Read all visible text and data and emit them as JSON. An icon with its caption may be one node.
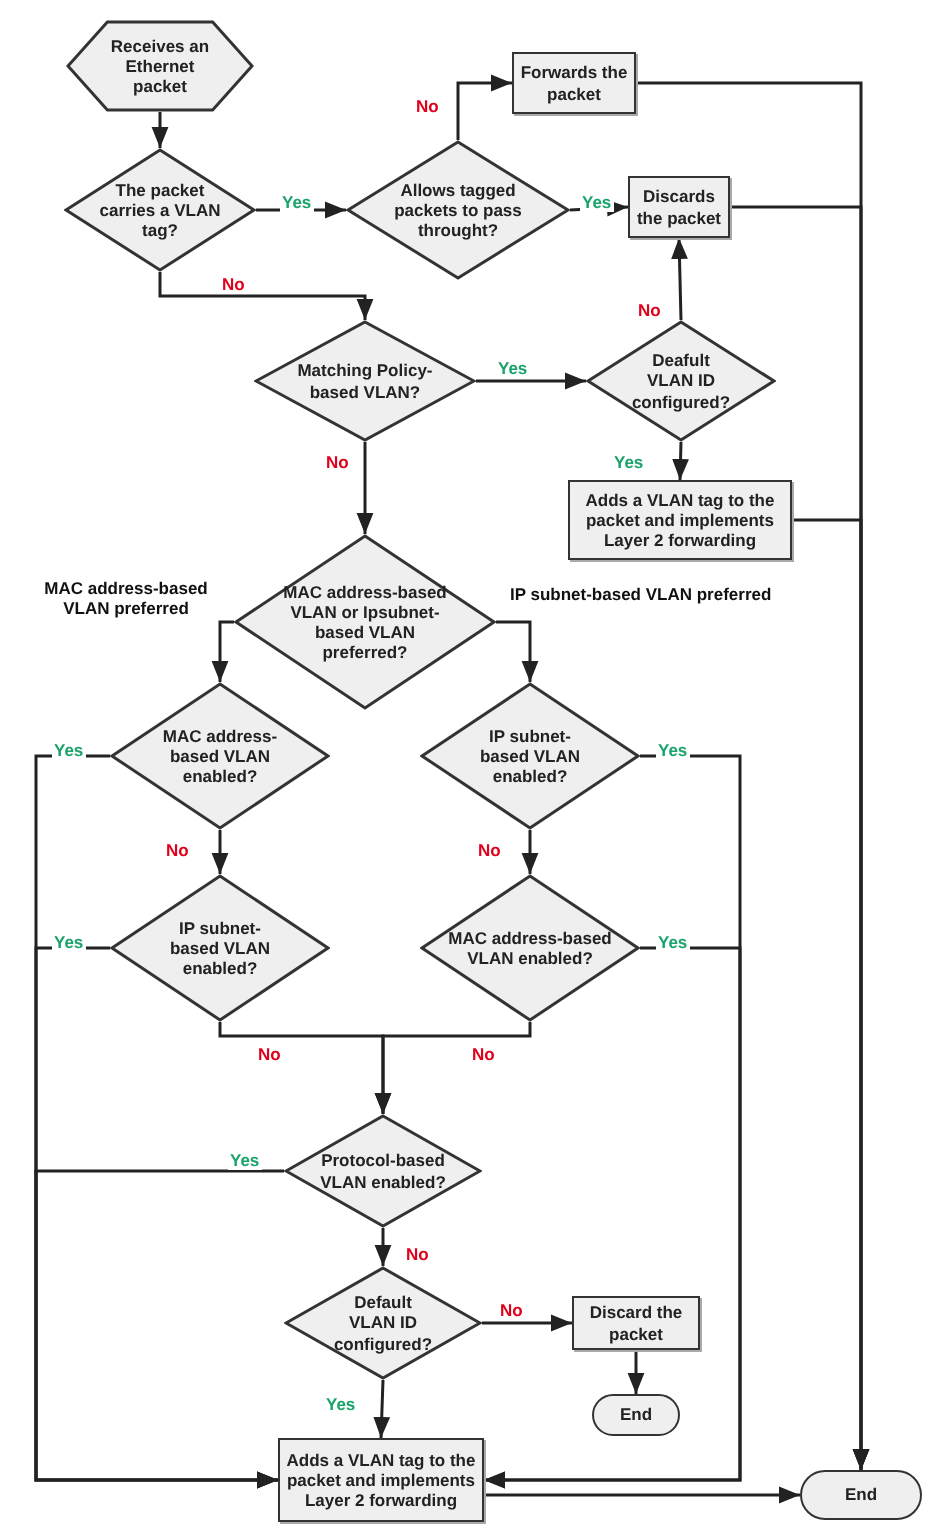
{
  "diagram": {
    "nodes": [
      {
        "text": [
          "Receives an Ethernet packet"
        ]
      },
      {
        "text": [
          "The packet carries a VLAN tag?"
        ]
      },
      {
        "text": [
          "Allows tagged packets to pass throught?"
        ]
      },
      {
        "text": [
          "Forwards the packet"
        ]
      },
      {
        "text": [
          "Discards the packet"
        ]
      },
      {
        "text": [
          "Matching Policy-based VLAN?"
        ]
      },
      {
        "text": [
          "Deafult VLAN ID configured?"
        ]
      },
      {
        "text": [
          "Adds a VLAN tag to the packet and implements Layer 2 forwarding"
        ]
      },
      {
        "text": [
          "MAC address-based VLAN or Ipsubnet-based VLAN preferred?"
        ]
      },
      {
        "text": [
          "MAC address-based VLAN enabled?"
        ]
      },
      {
        "text": [
          "IP subnet-based VLAN enabled?"
        ]
      },
      {
        "text": [
          "IP subnet-based VLAN enabled?"
        ]
      },
      {
        "text": [
          "MAC address-based VLAN enabled?"
        ]
      },
      {
        "text": [
          "Protocol-based VLAN enabled?"
        ]
      },
      {
        "text": [
          "Default VLAN ID configured?"
        ]
      },
      {
        "text": [
          "Discard the packet"
        ]
      },
      {
        "text": [
          "End"
        ]
      },
      {
        "text": [
          "Adds a VLAN tag to the packet and implements Layer 2 forwarding"
        ]
      },
      {
        "text": [
          "End"
        ]
      }
    ],
    "edges": [
      {
        "from": 0,
        "to": 1,
        "arrow": "to"
      },
      {
        "from": 1,
        "to": 2,
        "arrow": "to",
        "label": "Yes"
      },
      {
        "from": 2,
        "to": 3,
        "arrow": "to",
        "label": "No"
      },
      {
        "from": 2,
        "to": 4,
        "arrow": "to",
        "label": "Yes"
      },
      {
        "from": 1,
        "to": 5,
        "arrow": "to",
        "label": "No"
      },
      {
        "from": 5,
        "to": 6,
        "arrow": "to",
        "label": "Yes"
      },
      {
        "from": 6,
        "to": 4,
        "arrow": "to",
        "label": "No"
      },
      {
        "from": 6,
        "to": 7,
        "arrow": "to",
        "label": "Yes"
      },
      {
        "from": 5,
        "to": 8,
        "arrow": "to",
        "label": "No"
      },
      {
        "from": 3,
        "to": 18,
        "arrow": "to"
      },
      {
        "from": 4,
        "to": 18,
        "arrow": "to"
      },
      {
        "from": 7,
        "to": 18,
        "arrow": "to"
      },
      {
        "from": 8,
        "to": 9,
        "arrow": "to",
        "label": "MAC address-based VLAN preferred"
      },
      {
        "from": 8,
        "to": 10,
        "arrow": "to",
        "label": "IP subnet-based VLAN preferred"
      },
      {
        "from": 9,
        "to": 17,
        "arrow": "to",
        "label": "Yes"
      },
      {
        "from": 9,
        "to": 11,
        "arrow": "to",
        "label": "No"
      },
      {
        "from": 10,
        "to": 17,
        "arrow": "to",
        "label": "Yes"
      },
      {
        "from": 10,
        "to": 12,
        "arrow": "to",
        "label": "No"
      },
      {
        "from": 11,
        "to": 17,
        "arrow": "to",
        "label": "Yes"
      },
      {
        "from": 12,
        "to": 17,
        "arrow": "to",
        "label": "Yes"
      },
      {
        "from": 11,
        "to": 13,
        "arrow": "to",
        "label": "No"
      },
      {
        "from": 12,
        "to": 13,
        "arrow": "to",
        "label": "No"
      },
      {
        "from": 13,
        "to": 14,
        "arrow": "to",
        "label": "No"
      },
      {
        "from": 13,
        "to": 17,
        "arrow": "to",
        "label": "Yes"
      },
      {
        "from": 14,
        "to": 15,
        "arrow": "to",
        "label": "No"
      },
      {
        "from": 14,
        "to": 17,
        "arrow": "to",
        "label": "Yes"
      },
      {
        "from": 15,
        "to": 16,
        "arrow": "to"
      },
      {
        "from": 17,
        "to": 18,
        "arrow": "to"
      }
    ]
  }
}
